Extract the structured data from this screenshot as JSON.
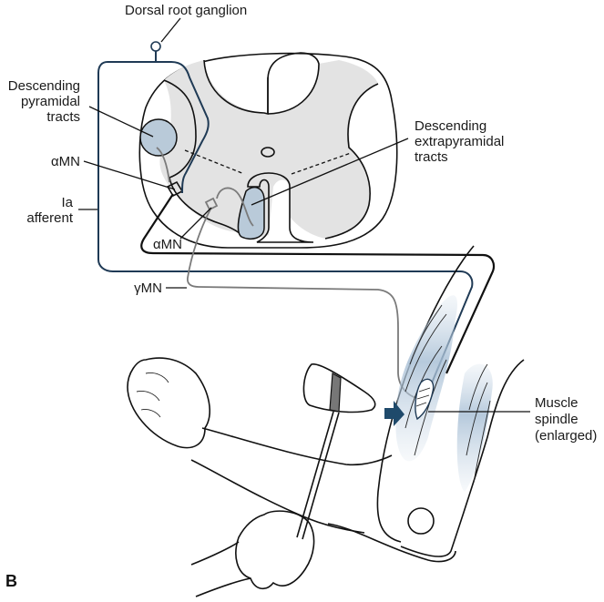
{
  "figure": {
    "panel_label": "B",
    "labels": {
      "dorsal_root_ganglion": "Dorsal root ganglion",
      "descending_pyramidal": [
        "Descending",
        "pyramidal",
        "tracts"
      ],
      "descending_extrapyramidal": [
        "Descending",
        "extrapyramidal",
        "tracts"
      ],
      "alpha_mn_upper": "αMN",
      "alpha_mn_lower": "αMN",
      "ia_afferent": [
        "Ia",
        "afferent"
      ],
      "gamma_mn": "γMN",
      "muscle_spindle": [
        "Muscle",
        "spindle",
        "(enlarged)"
      ]
    },
    "colors": {
      "afferent_navy": "#1f3a55",
      "gamma_gray": "#7a7a7a",
      "tract_blue": "#b9cad9",
      "gray_matter": "#e3e3e3",
      "arrow_blue": "#1f4a6b"
    }
  }
}
